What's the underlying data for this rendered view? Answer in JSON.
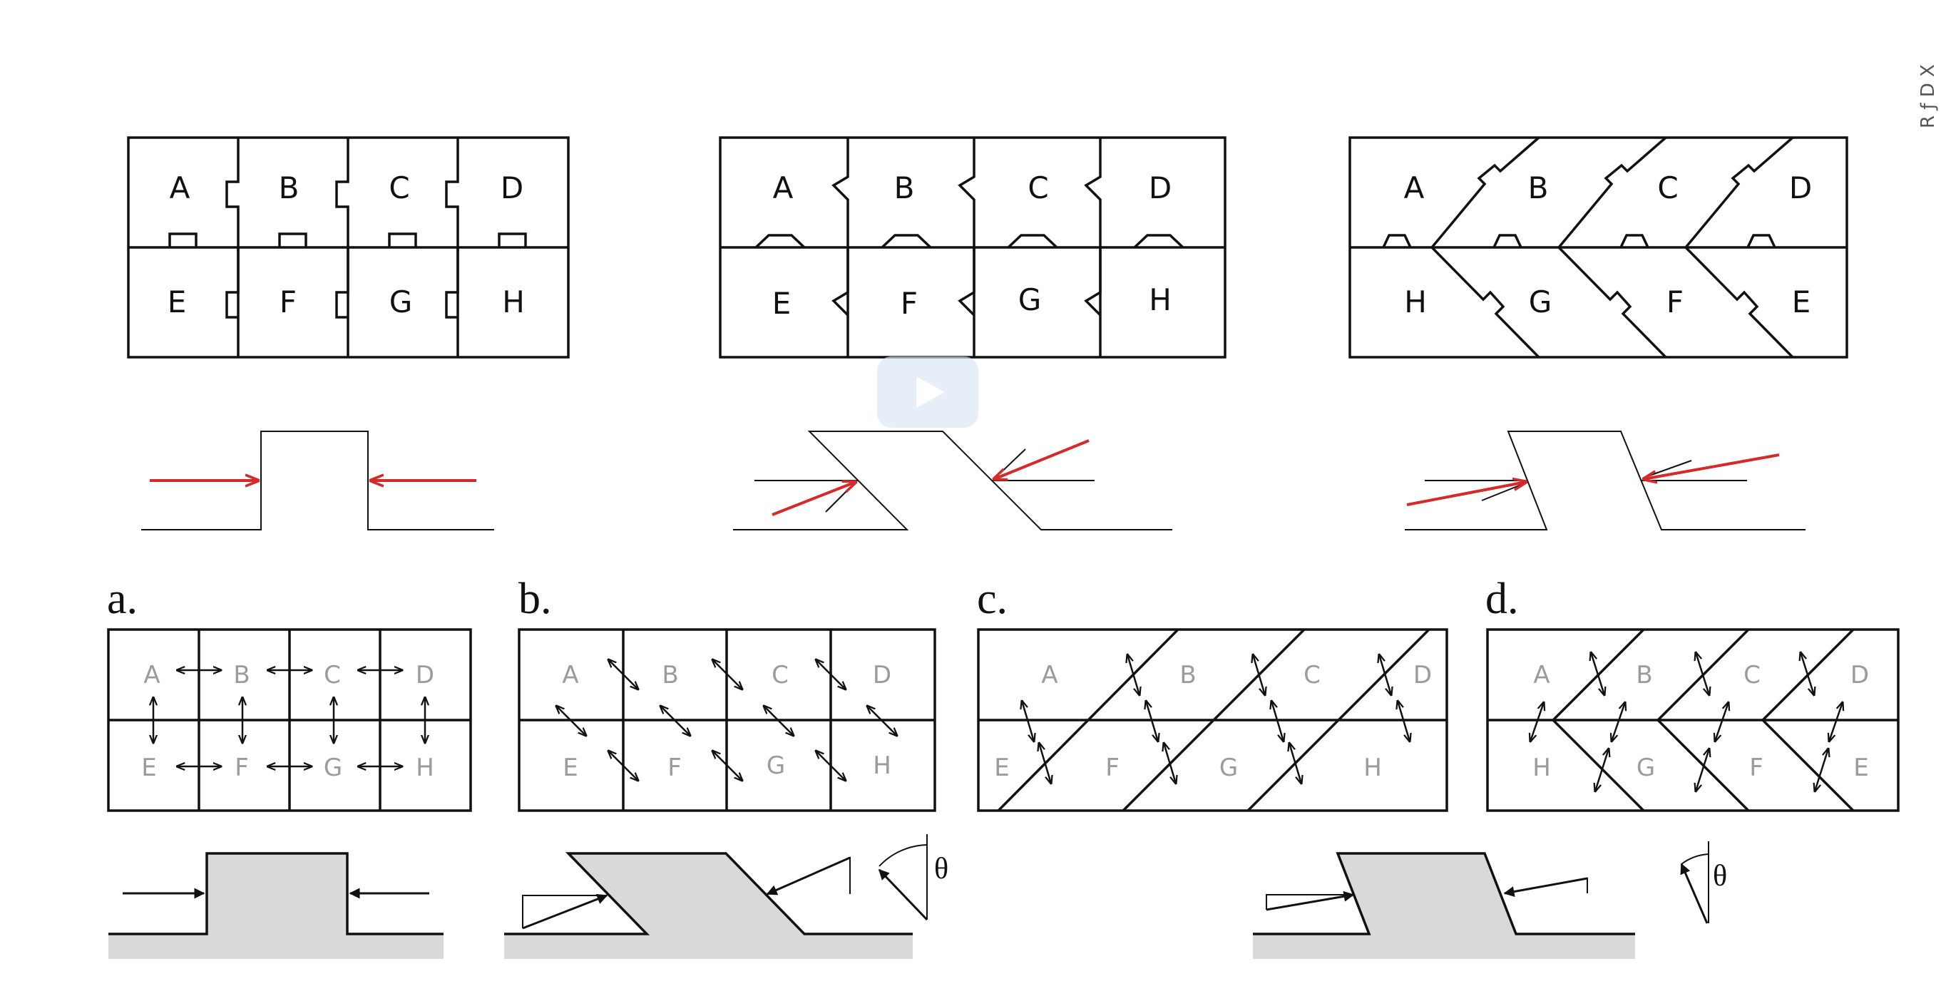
{
  "top_row": {
    "diagram1": [
      "A",
      "B",
      "C",
      "D",
      "E",
      "F",
      "G",
      "H"
    ],
    "diagram2": [
      "A",
      "B",
      "C",
      "D",
      "E",
      "F",
      "G",
      "H"
    ],
    "diagram3": [
      "A",
      "B",
      "C",
      "D",
      "H",
      "G",
      "F",
      "E"
    ]
  },
  "bottom_row": {
    "panel_a": {
      "title": "a.",
      "labels": [
        "A",
        "B",
        "C",
        "D",
        "E",
        "F",
        "G",
        "H"
      ]
    },
    "panel_b": {
      "title": "b.",
      "labels": [
        "A",
        "B",
        "C",
        "D",
        "E",
        "F",
        "G",
        "H"
      ]
    },
    "panel_c": {
      "title": "c.",
      "labels": [
        "A",
        "B",
        "C",
        "D",
        "E",
        "F",
        "G",
        "H"
      ]
    },
    "panel_d": {
      "title": "d.",
      "labels": [
        "A",
        "B",
        "C",
        "D",
        "H",
        "G",
        "F",
        "E"
      ]
    }
  },
  "theta_symbol": "θ",
  "side_text": "R ƒ D X",
  "colors": {
    "force_arrow": "#d42a2a",
    "fill": "#d9d9d9",
    "line": "#111111"
  },
  "video_control": {
    "icon": "play-icon"
  }
}
